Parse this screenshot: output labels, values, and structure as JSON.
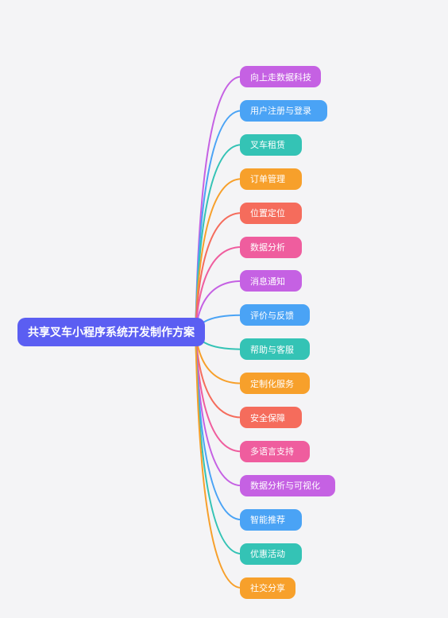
{
  "root": {
    "label": "共享叉车小程序系统开发制作方案",
    "color": "#5b5ef2"
  },
  "branches": [
    {
      "label": "向上走数据科技",
      "color": "#c561e3"
    },
    {
      "label": "用户注册与登录",
      "color": "#4aa3f5"
    },
    {
      "label": "叉车租赁",
      "color": "#34c3b5"
    },
    {
      "label": "订单管理",
      "color": "#f7a02b"
    },
    {
      "label": "位置定位",
      "color": "#f56c5c"
    },
    {
      "label": "数据分析",
      "color": "#ef5d9e"
    },
    {
      "label": "消息通知",
      "color": "#c561e3"
    },
    {
      "label": "评价与反馈",
      "color": "#4aa3f5"
    },
    {
      "label": "帮助与客服",
      "color": "#34c3b5"
    },
    {
      "label": "定制化服务",
      "color": "#f7a02b"
    },
    {
      "label": "安全保障",
      "color": "#f56c5c"
    },
    {
      "label": "多语言支持",
      "color": "#ef5d9e"
    },
    {
      "label": "数据分析与可视化",
      "color": "#c561e3"
    },
    {
      "label": "智能推荐",
      "color": "#4aa3f5"
    },
    {
      "label": "优惠活动",
      "color": "#34c3b5"
    },
    {
      "label": "社交分享",
      "color": "#f7a02b"
    }
  ]
}
